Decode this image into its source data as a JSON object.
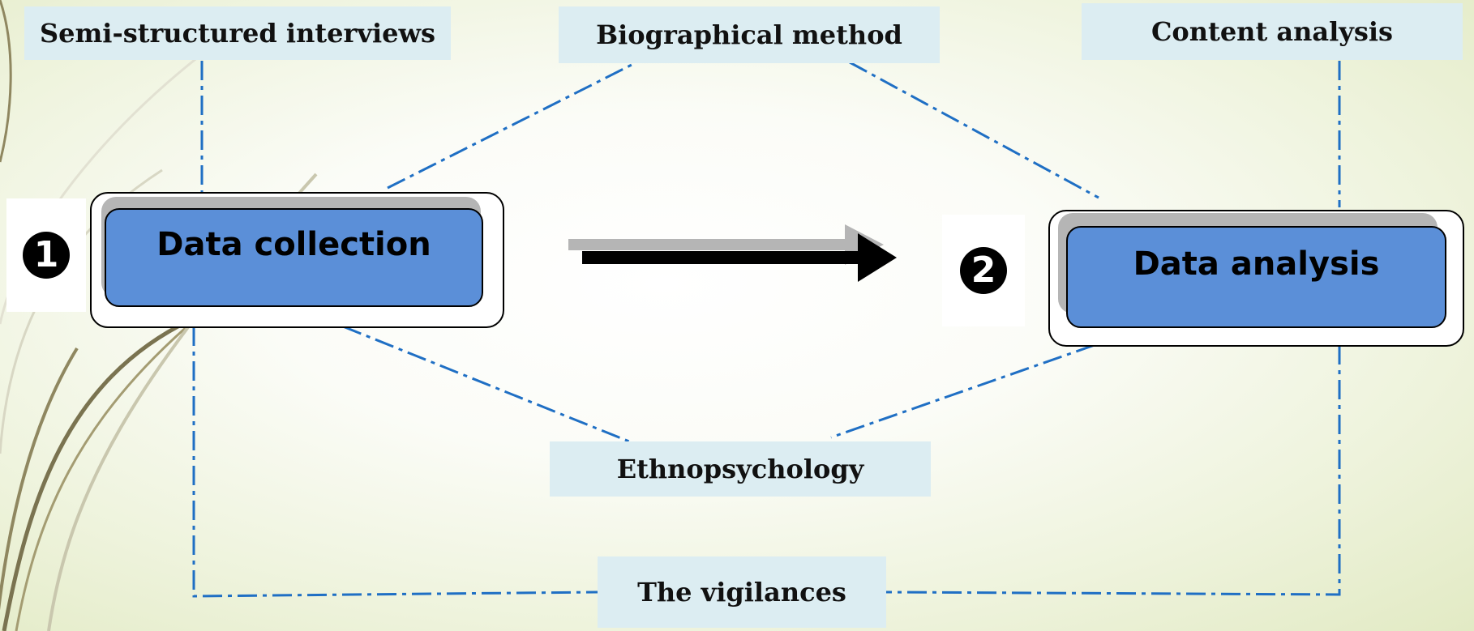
{
  "labels": {
    "semi_structured": "Semi-structured interviews",
    "biographical": "Biographical method",
    "content_analysis": "Content analysis",
    "ethnopsychology": "Ethnopsychology",
    "vigilances": "The vigilances"
  },
  "steps": {
    "collection": {
      "number": "1",
      "title": "Data collection"
    },
    "analysis": {
      "number": "2",
      "title": "Data analysis"
    }
  },
  "colors": {
    "connector": "#1f6fc4",
    "box_fill": "#5b8fd8",
    "label_fill": "#dcedf2",
    "arrow": "#000000",
    "arrow_shadow": "#b5b5b5"
  },
  "icons": {
    "flow_arrow": "right-arrow-icon"
  }
}
